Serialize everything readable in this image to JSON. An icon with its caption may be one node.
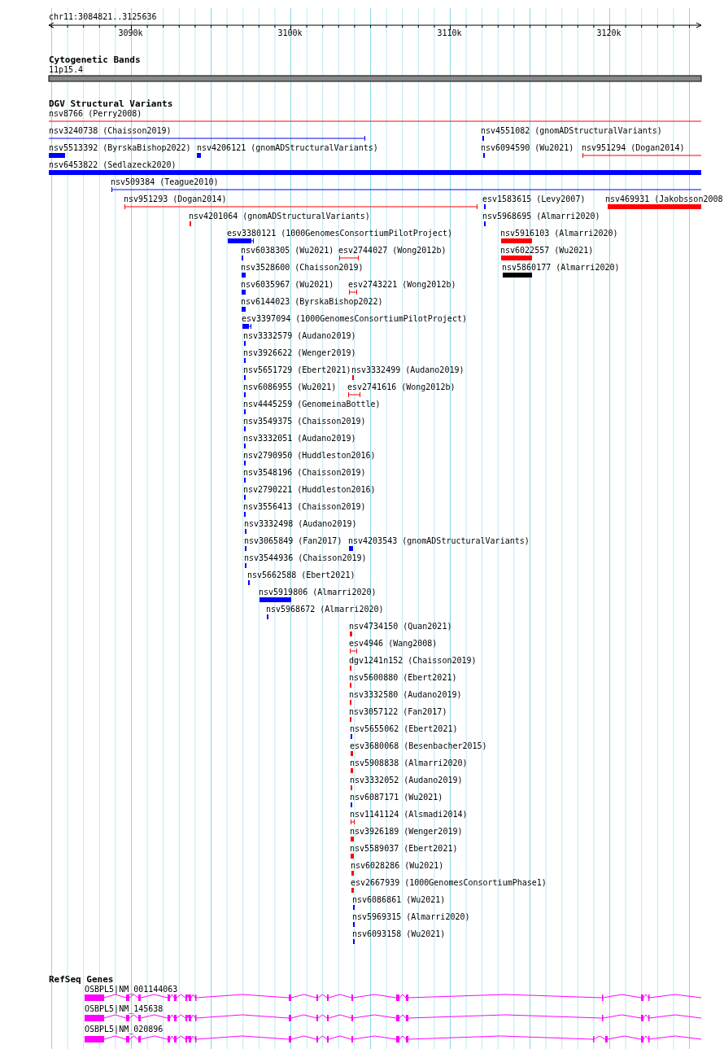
{
  "diagram": {
    "labels": [
      "chr11:3084821..3125636",
      "3090k",
      "3100k",
      "3110k",
      "3120k",
      "Cytogenetic Bands",
      "11p15.4",
      "DGV Structural Variants",
      "nsv8766 (Perry2008)",
      "nsv3240738 (Chaisson2019)",
      "nsv4551082 (gnomADStructuralVariants)",
      "nsv5513392 (ByrskaBishop2022)",
      "nsv4206121 (gnomADStructuralVariants)",
      "nsv6094590 (Wu2021)",
      "nsv951294 (Dogan2014)",
      "nsv6453822 (Sedlazeck2020)",
      "nsv509384 (Teague2010)",
      "nsv951293 (Dogan2014)",
      "esv1583615 (Levy2007)",
      "nsv469931 (Jakobsson2008",
      "nsv4201064 (gnomADStructuralVariants)",
      "nsv5968695 (Almarri2020)",
      "esv3380121 (1000GenomesConsortiumPilotProject)",
      "nsv5916103 (Almarri2020)",
      "nsv6038305 (Wu2021)",
      "esv2744027 (Wong2012b)",
      "nsv6022557 (Wu2021)",
      "nsv3528600 (Chaisson2019)",
      "nsv5860177 (Almarri2020)",
      "nsv6035967 (Wu2021)",
      "esv2743221 (Wong2012b)",
      "nsv6144023 (ByrskaBishop2022)",
      "esv3397094 (1000GenomesConsortiumPilotProject)",
      "nsv3332579 (Audano2019)",
      "nsv3926622 (Wenger2019)",
      "nsv5651729 (Ebert2021)",
      "nsv3332499 (Audano2019)",
      "nsv6086955 (Wu2021)",
      "esv2741616 (Wong2012b)",
      "nsv4445259 (GenomeinaBottle)",
      "nsv3549375 (Chaisson2019)",
      "nsv3332051 (Audano2019)",
      "nsv2790950 (Huddleston2016)",
      "nsv3548196 (Chaisson2019)",
      "nsv2790221 (Huddleston2016)",
      "nsv3556413 (Chaisson2019)",
      "nsv3332498 (Audano2019)",
      "nsv3065849 (Fan2017)",
      "nsv4203543 (gnomADStructuralVariants)",
      "nsv3544936 (Chaisson2019)",
      "nsv5662588 (Ebert2021)",
      "nsv5919806 (Almarri2020)",
      "nsv5968672 (Almarri2020)",
      "nsv4734150 (Quan2021)",
      "esv4946 (Wang2008)",
      "dgv1241n152 (Chaisson2019)",
      "nsv5600880 (Ebert2021)",
      "nsv3332580 (Audano2019)",
      "nsv3057122 (Fan2017)",
      "nsv5655062 (Ebert2021)",
      "esv3680068 (Besenbacher2015)",
      "nsv5908838 (Almarri2020)",
      "nsv3332052 (Audano2019)",
      "nsv6087171 (Wu2021)",
      "nsv1141124 (Alsmadi2014)",
      "nsv3926189 (Wenger2019)",
      "nsv5589037 (Ebert2021)",
      "nsv6028286 (Wu2021)",
      "esv2667939 (1000GenomesConsortiumPhase1)",
      "nsv6086861 (Wu2021)",
      "nsv5969315 (Almarri2020)",
      "nsv6093158 (Wu2021)",
      "RefSeq Genes",
      "OSBPL5|NM_001144063",
      "OSBPL5|NM_145638",
      "OSBPL5|NM_020896"
    ]
  }
}
